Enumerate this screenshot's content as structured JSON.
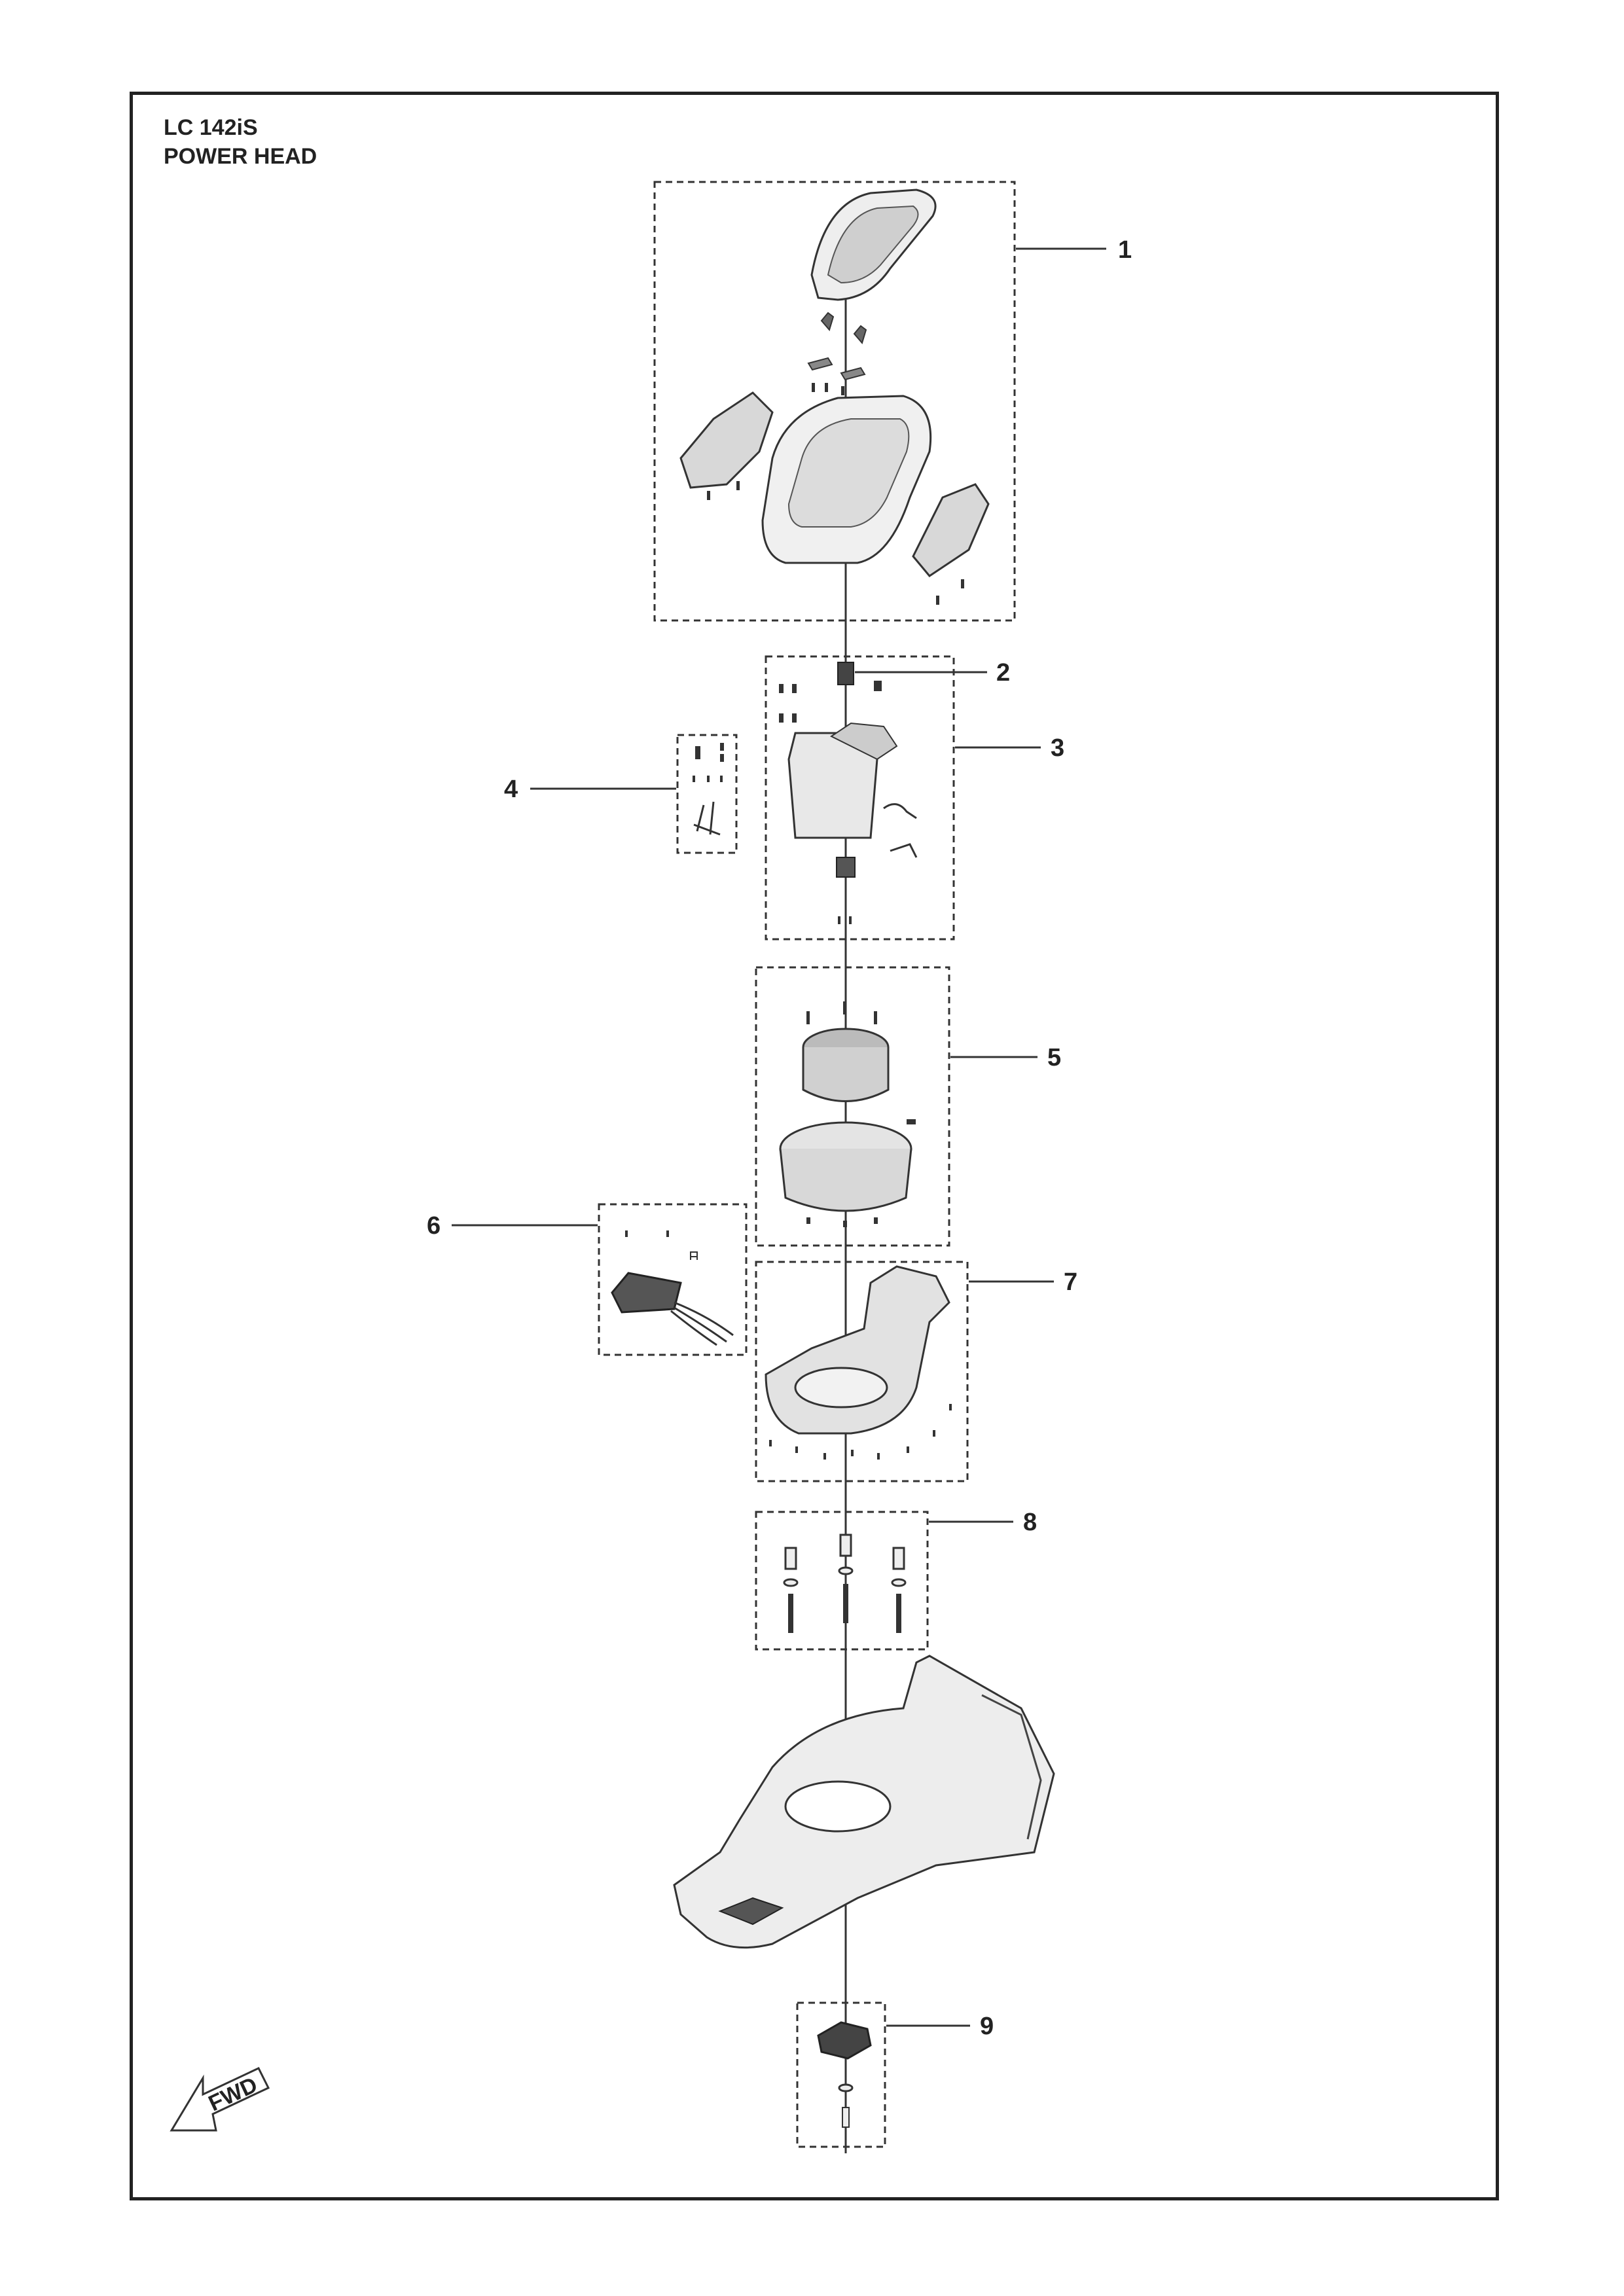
{
  "header": {
    "model": "LC 142iS",
    "section": "POWER HEAD"
  },
  "callouts": [
    {
      "label": "1",
      "name": "top-cover-assembly"
    },
    {
      "label": "2",
      "name": "switch-part"
    },
    {
      "label": "3",
      "name": "handle-bracket-assembly"
    },
    {
      "label": "4",
      "name": "small-parts-kit"
    },
    {
      "label": "5",
      "name": "motor-assembly"
    },
    {
      "label": "6",
      "name": "controller-assembly"
    },
    {
      "label": "7",
      "name": "motor-housing-assembly"
    },
    {
      "label": "8",
      "name": "mounting-hardware"
    },
    {
      "label": "9",
      "name": "blade-adapter-assembly"
    }
  ],
  "direction_marker": {
    "text": "FWD",
    "icon": "forward-arrow-icon"
  },
  "colors": {
    "line": "#222222",
    "part_fill": "#e6e6e6",
    "part_dark": "#444444"
  }
}
